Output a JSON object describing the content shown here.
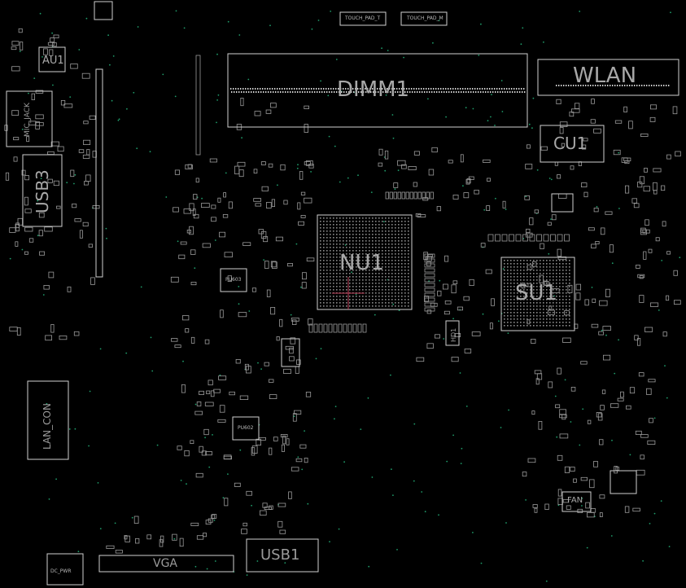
{
  "board": {
    "labels": {
      "dimm1": "DIMM1",
      "wlan": "WLAN",
      "cu1": "CU1",
      "nu1": "NU1",
      "su1": "SU1",
      "usb3": "USB3",
      "usb1": "USB1",
      "vga": "VGA",
      "au1": "AU1",
      "mic_jack": "MIC_JACK",
      "lan_con": "LAN_CON",
      "dc_pwr": "DC_PWR",
      "fan": "FAN",
      "touch_pad_t": "TOUCH_PAD_T",
      "touch_pad_m": "TOUCH_PAD_M",
      "pu603": "PU603",
      "pu602": "PU602",
      "hd1": "HD1"
    },
    "colors": {
      "background": "#000000",
      "outline": "#cfcfcf",
      "via": "#1f9c6a",
      "marker": "#c0405a"
    }
  }
}
